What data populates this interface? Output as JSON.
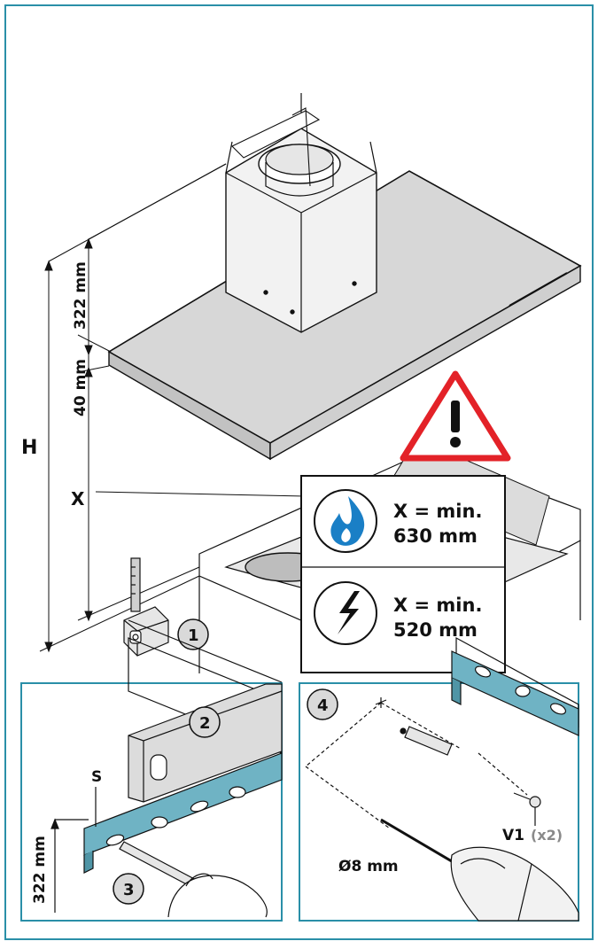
{
  "main": {
    "dim_322": "322 mm",
    "dim_40": "40 mm",
    "label_h": "H",
    "label_x": "X"
  },
  "warning": {
    "gas_line1": "X = min.",
    "gas_line2": "630 mm",
    "elec_line1": "X = min.",
    "elec_line2": "520 mm"
  },
  "steps": {
    "step1": "1",
    "step2": "2",
    "step3": "3",
    "step4": "4"
  },
  "panel_left": {
    "label_s": "S",
    "dim": "322 mm"
  },
  "panel_right": {
    "drill": "Ø8 mm",
    "screw": "V1",
    "screw_qty": "(x2)"
  },
  "colors": {
    "frame": "#2a8fa8",
    "bracket": "#6fb3c4",
    "warning_red": "#e32228",
    "gas_blue": "#1a7fc6",
    "metal": "#d9d9d9"
  }
}
